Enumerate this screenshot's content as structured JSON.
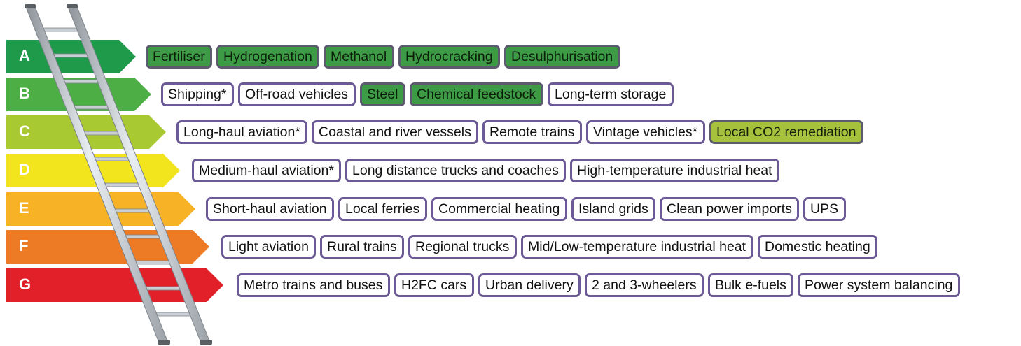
{
  "colors": {
    "A": "#1e9a4a",
    "B": "#4cae44",
    "C": "#a9c932",
    "D": "#f2e51d",
    "E": "#f7b225",
    "F": "#ed7a25",
    "G": "#e2202a",
    "tag_border": "#6b5a95",
    "tag_green_fill": "#3d9a45",
    "tag_lime_fill": "#a6c23c"
  },
  "grades": [
    {
      "letter": "A",
      "tags": [
        {
          "text": "Fertiliser",
          "style": "green"
        },
        {
          "text": "Hydrogenation",
          "style": "green"
        },
        {
          "text": "Methanol",
          "style": "green"
        },
        {
          "text": "Hydrocracking",
          "style": "green"
        },
        {
          "text": "Desulphurisation",
          "style": "green"
        }
      ]
    },
    {
      "letter": "B",
      "tags": [
        {
          "text": "Shipping*",
          "style": "plain"
        },
        {
          "text": "Off-road vehicles",
          "style": "plain"
        },
        {
          "text": "Steel",
          "style": "green"
        },
        {
          "text": "Chemical feedstock",
          "style": "green"
        },
        {
          "text": "Long-term storage",
          "style": "plain"
        }
      ]
    },
    {
      "letter": "C",
      "tags": [
        {
          "text": "Long-haul aviation*",
          "style": "plain"
        },
        {
          "text": "Coastal and river vessels",
          "style": "plain"
        },
        {
          "text": "Remote trains",
          "style": "plain"
        },
        {
          "text": "Vintage vehicles*",
          "style": "plain"
        },
        {
          "text": "Local CO2 remediation",
          "style": "lime"
        }
      ]
    },
    {
      "letter": "D",
      "tags": [
        {
          "text": "Medium-haul aviation*",
          "style": "plain"
        },
        {
          "text": "Long distance trucks and coaches",
          "style": "plain"
        },
        {
          "text": "High-temperature industrial heat",
          "style": "plain"
        }
      ]
    },
    {
      "letter": "E",
      "tags": [
        {
          "text": "Short-haul aviation",
          "style": "plain"
        },
        {
          "text": "Local ferries",
          "style": "plain"
        },
        {
          "text": "Commercial heating",
          "style": "plain"
        },
        {
          "text": "Island grids",
          "style": "plain"
        },
        {
          "text": "Clean power imports",
          "style": "plain"
        },
        {
          "text": "UPS",
          "style": "plain"
        }
      ]
    },
    {
      "letter": "F",
      "tags": [
        {
          "text": "Light aviation",
          "style": "plain"
        },
        {
          "text": "Rural trains",
          "style": "plain"
        },
        {
          "text": "Regional trucks",
          "style": "plain"
        },
        {
          "text": "Mid/Low-temperature industrial heat",
          "style": "plain"
        },
        {
          "text": "Domestic heating",
          "style": "plain"
        }
      ]
    },
    {
      "letter": "G",
      "tags": [
        {
          "text": "Metro trains and buses",
          "style": "plain"
        },
        {
          "text": "H2FC cars",
          "style": "plain"
        },
        {
          "text": "Urban delivery",
          "style": "plain"
        },
        {
          "text": "2 and 3-wheelers",
          "style": "plain"
        },
        {
          "text": "Bulk e-fuels",
          "style": "plain"
        },
        {
          "text": "Power system balancing",
          "style": "plain"
        }
      ]
    }
  ]
}
